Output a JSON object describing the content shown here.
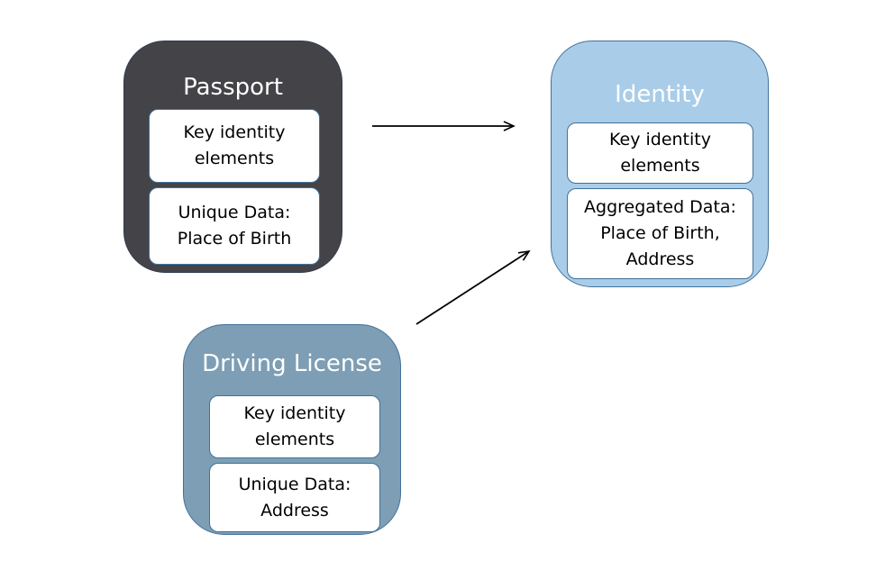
{
  "passport": {
    "title": "Passport",
    "key_box": "Key identity\nelements",
    "unique_box": "Unique Data:\nPlace of Birth"
  },
  "identity": {
    "title": "Identity",
    "key_box": "Key identity\nelements",
    "aggregated_box": "Aggregated Data:\nPlace of Birth,\nAddress"
  },
  "driving_license": {
    "title": "Driving License",
    "key_box": "Key identity\nelements",
    "unique_box": "Unique Data:\nAddress"
  },
  "colors": {
    "passport_fill": "#444448",
    "identity_fill": "#a9cde8",
    "license_fill": "#7d9eb4",
    "box_border": "#41719c"
  }
}
